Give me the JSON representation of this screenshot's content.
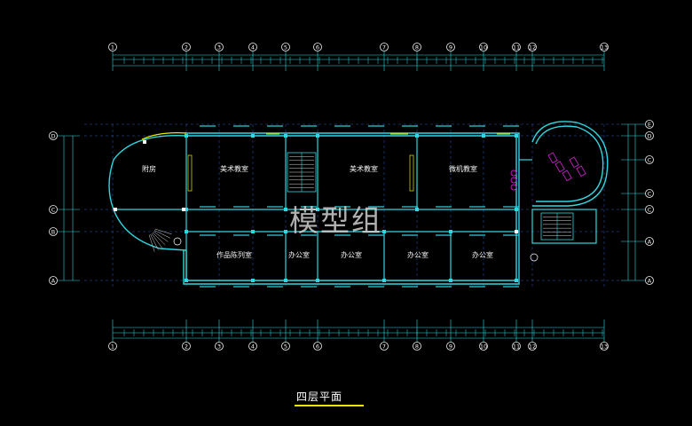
{
  "drawing": {
    "title": "四层平面",
    "watermark": "模型组",
    "colors": {
      "background": "#000000",
      "wall": "#2fd8e0",
      "axis_line": "#3a6ee8",
      "dimension": "#2fd8e0",
      "furniture": "#c020c0",
      "accent": "#e8e800",
      "text": "#f2f2f2"
    },
    "rooms": {
      "annex": "附房",
      "art_room_1": "美术教室",
      "art_room_2": "美术教室",
      "computer_room": "微机教室",
      "exhibition_room": "作品陈列室",
      "office_1": "办公室",
      "office_2": "办公室",
      "office_3": "办公室",
      "office_4": "办公室"
    },
    "axes_columns": [
      "1",
      "2",
      "3",
      "4",
      "5",
      "6",
      "7",
      "8",
      "9",
      "10",
      "11",
      "12",
      "13"
    ],
    "axes_rows": [
      "A",
      "B",
      "C",
      "D",
      "E"
    ]
  }
}
